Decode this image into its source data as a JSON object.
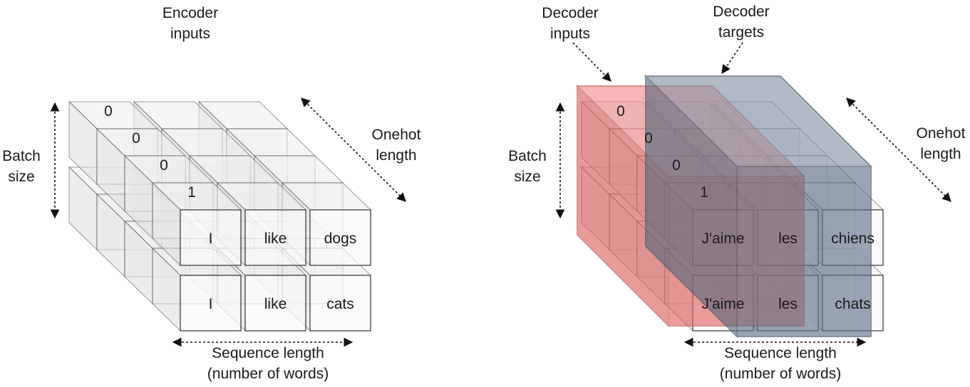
{
  "left": {
    "title_lines": [
      "Encoder",
      "inputs"
    ],
    "axis_batch_lines": [
      "Batch",
      "size"
    ],
    "axis_onehot_lines": [
      "Onehot",
      "length"
    ],
    "axis_seq_lines": [
      "Sequence length",
      "(number of words)"
    ],
    "onehot_values": [
      "0",
      "0",
      "0",
      "1"
    ],
    "sequences": [
      [
        "I",
        "like",
        "dogs"
      ],
      [
        "I",
        "like",
        "cats"
      ]
    ]
  },
  "right": {
    "inputs_lines": [
      "Decoder",
      "inputs"
    ],
    "targets_lines": [
      "Decoder",
      "targets"
    ],
    "axis_batch_lines": [
      "Batch",
      "size"
    ],
    "axis_onehot_lines": [
      "Onehot",
      "length"
    ],
    "axis_seq_lines": [
      "Sequence length",
      "(number of words)"
    ],
    "onehot_values": [
      "0",
      "0",
      "0",
      "1"
    ],
    "sequences": [
      [
        "J'aime",
        "les",
        "chiens"
      ],
      [
        "J'aime",
        "les",
        "chats"
      ]
    ]
  },
  "colors": {
    "cube_face": "#f4f4f4",
    "cube_top": "#ececec",
    "cube_side": "#dedede",
    "cube_stroke": "#4a4a4a",
    "decoder_inputs_highlight": "#e0625f",
    "decoder_targets_highlight": "#5c6f84"
  }
}
